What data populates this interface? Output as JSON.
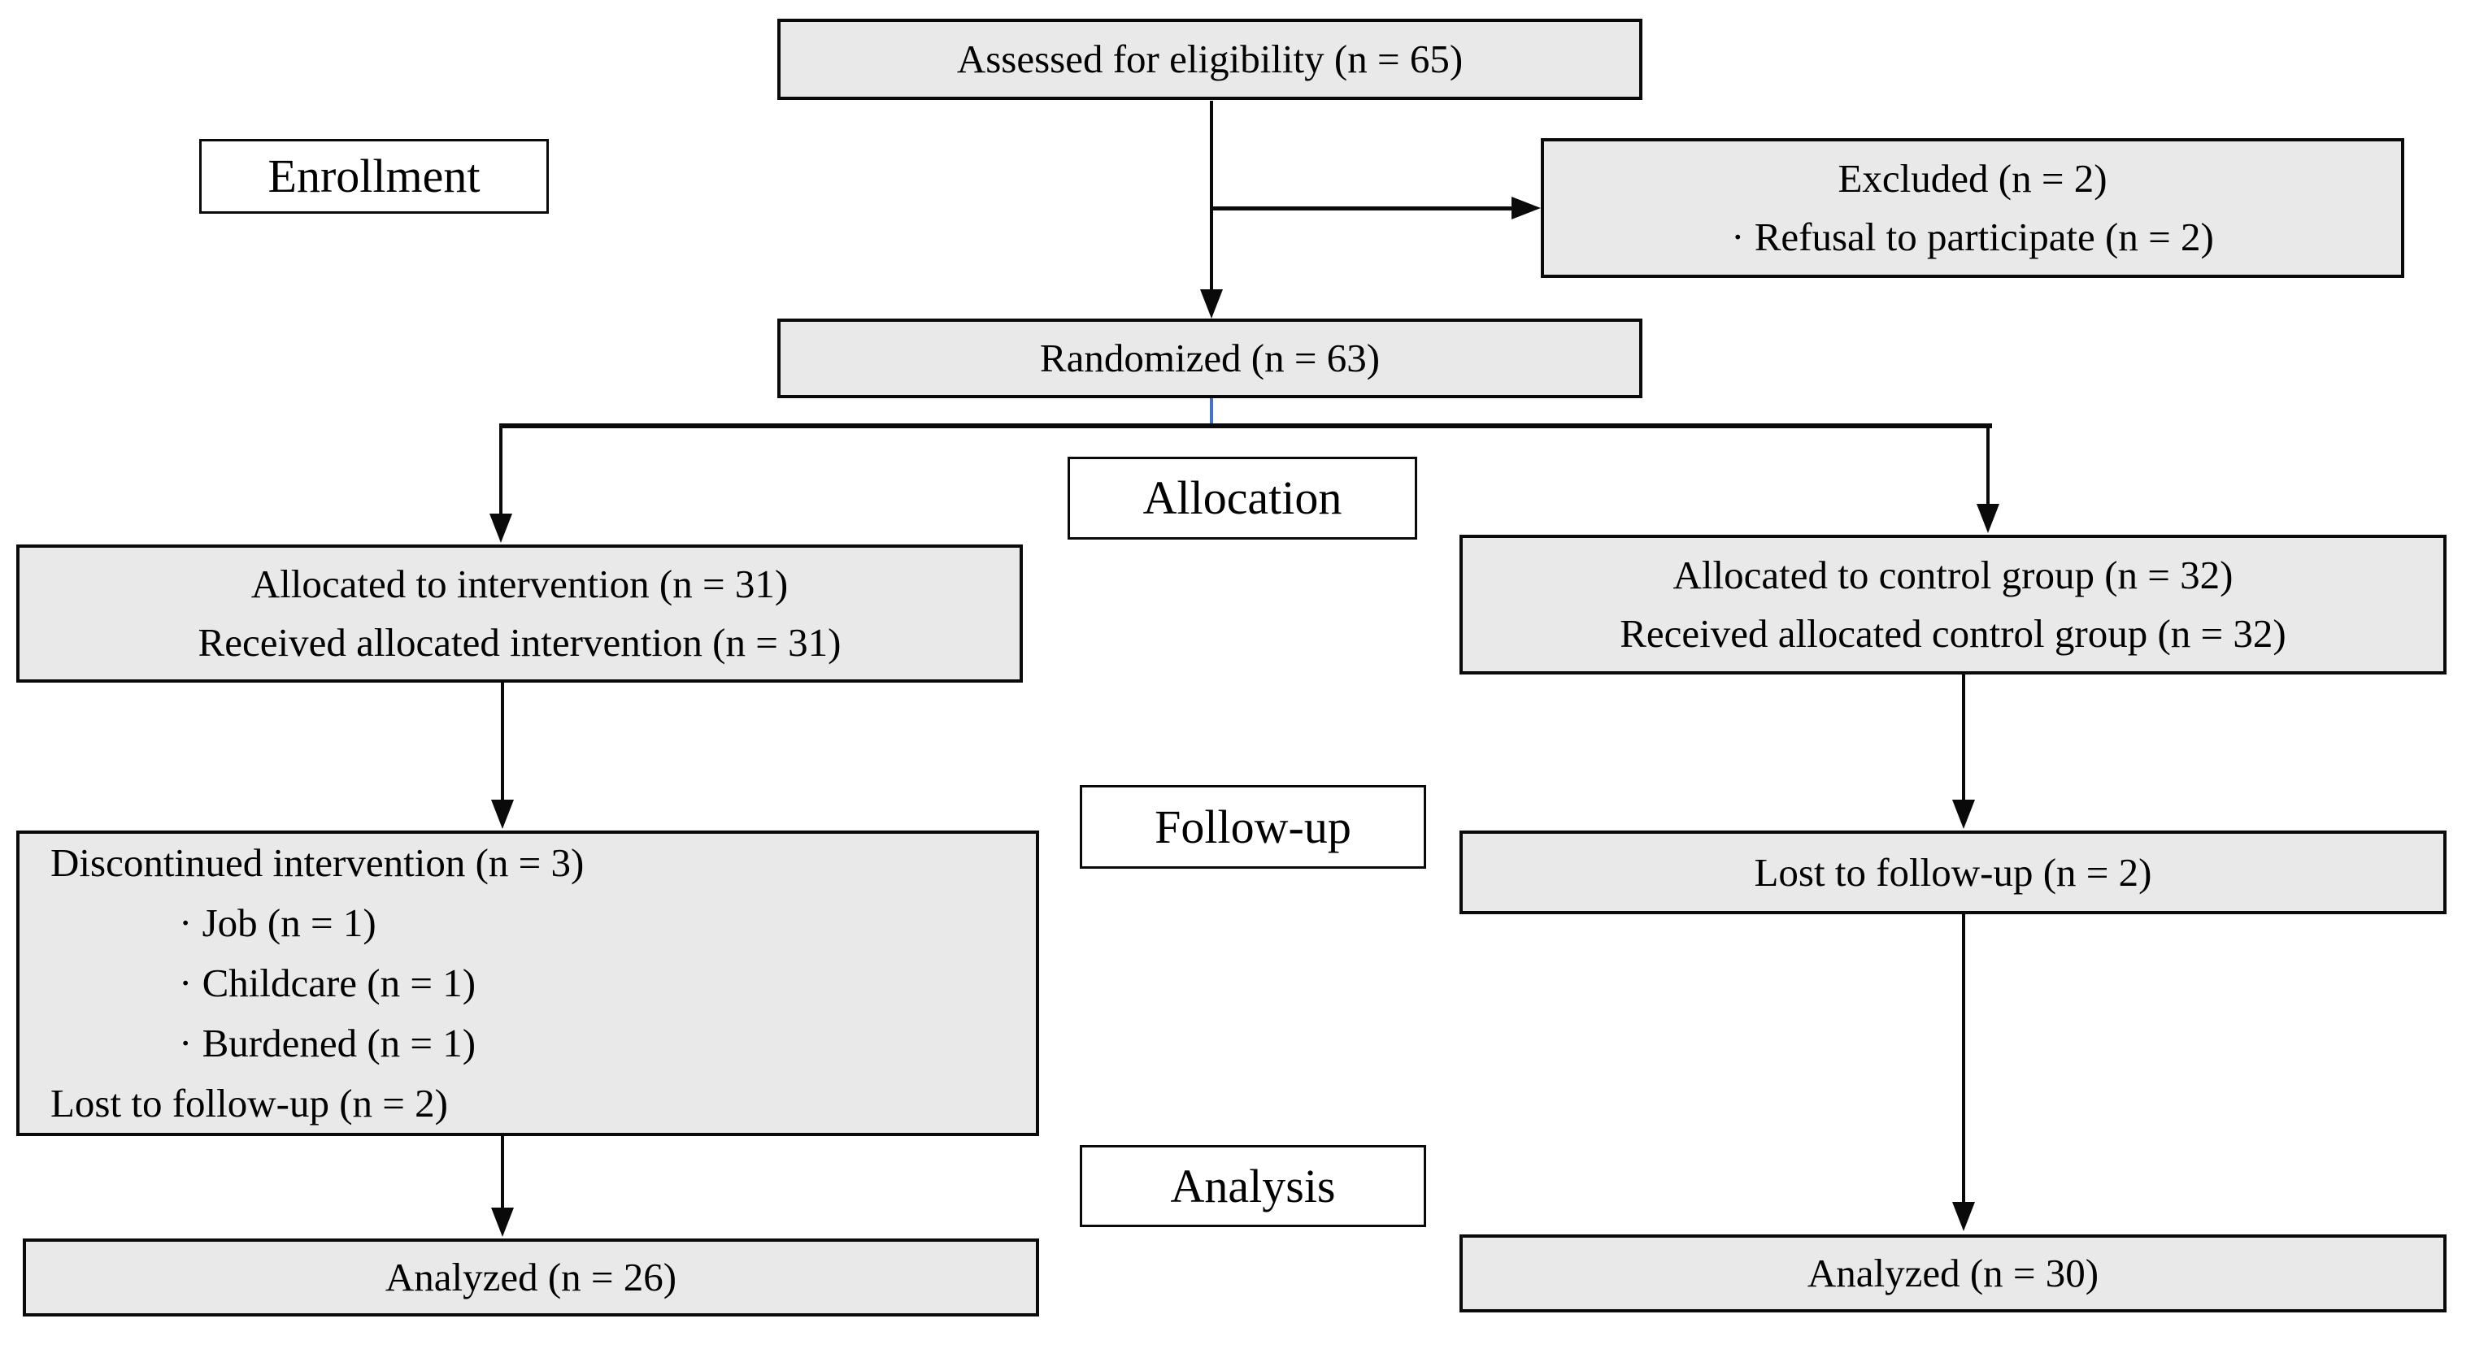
{
  "stages": [
    {
      "label": "Enrollment"
    },
    {
      "label": "Allocation"
    },
    {
      "label": "Follow-up"
    },
    {
      "label": "Analysis"
    }
  ],
  "boxes": {
    "assessed": {
      "lines": [
        "Assessed for eligibility (n = 65)"
      ]
    },
    "excluded": {
      "lines": [
        "Excluded (n = 2)",
        "· Refusal to participate (n = 2)"
      ]
    },
    "randomized": {
      "lines": [
        "Randomized (n = 63)"
      ]
    },
    "allocation_intervention": {
      "lines": [
        "Allocated to intervention (n = 31)",
        "Received allocated intervention (n = 31)"
      ]
    },
    "allocation_control": {
      "lines": [
        "Allocated to control group (n = 32)",
        "Received allocated control group (n = 32)"
      ]
    },
    "followup_intervention": {
      "lines": [
        "Discontinued intervention (n = 3)",
        "· Job (n = 1)",
        "· Childcare (n = 1)",
        "· Burdened (n = 1)",
        "Lost to follow-up (n = 2)"
      ]
    },
    "followup_control": {
      "lines": [
        "Lost to follow-up (n = 2)"
      ]
    },
    "analysis_intervention": {
      "lines": [
        "Analyzed (n = 26)"
      ]
    },
    "analysis_control": {
      "lines": [
        "Analyzed (n = 30)"
      ]
    }
  },
  "colors": {
    "box_fill": "#E9E9E9",
    "box_border": "#0a0a0a",
    "stage_fill": "#FFFFFF",
    "connector": "#0a0a0a",
    "randomized_branch_connector_blue": "#4472C4"
  }
}
